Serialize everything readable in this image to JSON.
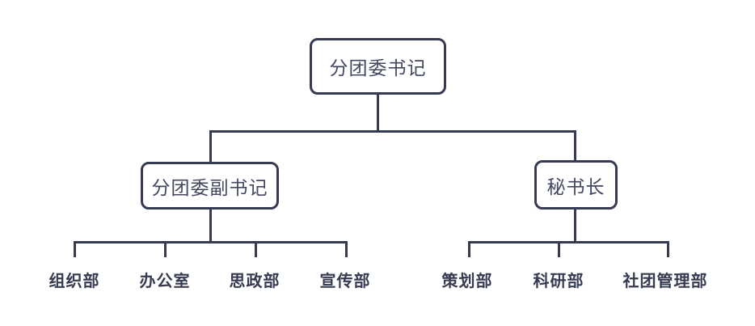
{
  "diagram": {
    "type": "org-chart",
    "root": {
      "label": "分团委书记"
    },
    "branches": [
      {
        "label": "分团委副书记",
        "children": [
          {
            "label": "组织部"
          },
          {
            "label": "办公室"
          },
          {
            "label": "思政部"
          },
          {
            "label": "宣传部"
          }
        ]
      },
      {
        "label": "秘书长",
        "children": [
          {
            "label": "策划部"
          },
          {
            "label": "科研部"
          },
          {
            "label": "社团管理部"
          }
        ]
      }
    ],
    "colors": {
      "line": "#363b52",
      "box_text": "#434861",
      "label_text": "#363b52",
      "background": "#ffffff"
    }
  }
}
